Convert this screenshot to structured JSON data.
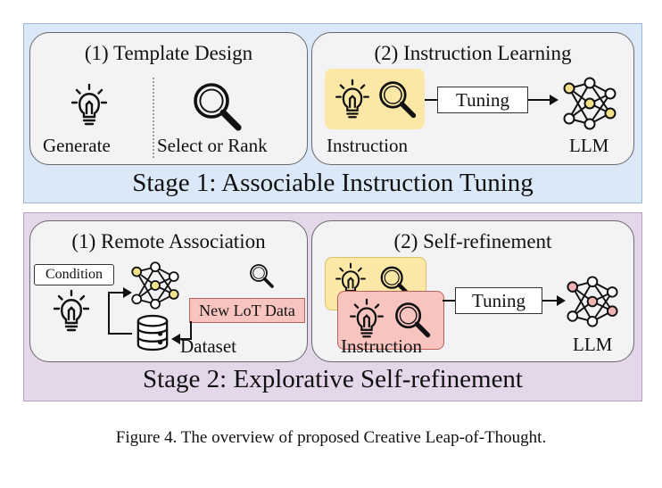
{
  "stage1": {
    "title": "Stage 1: Associable Instruction Tuning",
    "panel1": {
      "title": "(1) Template Design",
      "generate": "Generate",
      "select": "Select or Rank"
    },
    "panel2": {
      "title": "(2) Instruction Learning",
      "tuning": "Tuning",
      "instruction": "Instruction",
      "llm": "LLM"
    }
  },
  "stage2": {
    "title": "Stage 2: Explorative Self-refinement",
    "panel1": {
      "title": "(1) Remote Association",
      "condition": "Condition",
      "new_data": "New LoT Data",
      "dataset": "Dataset"
    },
    "panel2": {
      "title": "(2) Self-refinement",
      "tuning": "Tuning",
      "instruction": "Instruction",
      "llm": "LLM"
    }
  },
  "caption": "Figure 4. The overview of proposed Creative Leap-of-Thought.",
  "colors": {
    "stage1_bg": "#dbe8f7",
    "stage2_bg": "#e4d7ea",
    "instruction_yellow": "#fbe8a6",
    "instruction_red": "#f7c4c0",
    "node_yellow": "#f3e08a",
    "node_red": "#efb3b3"
  },
  "icons": [
    "lightbulb-icon",
    "magnifier-icon",
    "neural-network-icon",
    "database-icon",
    "arrow-icon"
  ]
}
